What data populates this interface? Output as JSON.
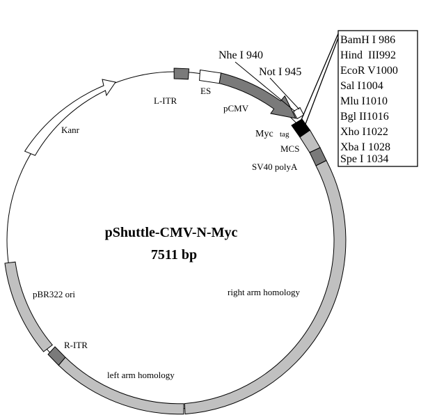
{
  "plasmid": {
    "name": "pShuttle-CMV-N-Myc",
    "size": "7511 bp"
  },
  "features": {
    "kanr": "Kanr",
    "l_itr": "L-ITR",
    "es": "ES",
    "pcmv": "pCMV",
    "myc": "Myc",
    "tag": "tag",
    "mcs": "MCS",
    "sv40": "SV40 polyA",
    "right_arm": "right arm homology",
    "pbr322": "pBR322 ori",
    "r_itr": "R-ITR",
    "left_arm": "left arm homology"
  },
  "sites": {
    "nhe": "Nhe I 940",
    "not": "Not I 945"
  },
  "mcs_sites": [
    "BamH I 986",
    "Hind  III992",
    "EcoR V1000",
    "Sal I1004",
    "Mlu I1010",
    "Bgl II1016",
    "Xho I1022",
    "Xba I 1028",
    "Spe I 1034"
  ],
  "colors": {
    "dark_gray": "#7a7a7a",
    "light_gray": "#c0c0c0",
    "black": "#000000",
    "white": "#ffffff"
  }
}
